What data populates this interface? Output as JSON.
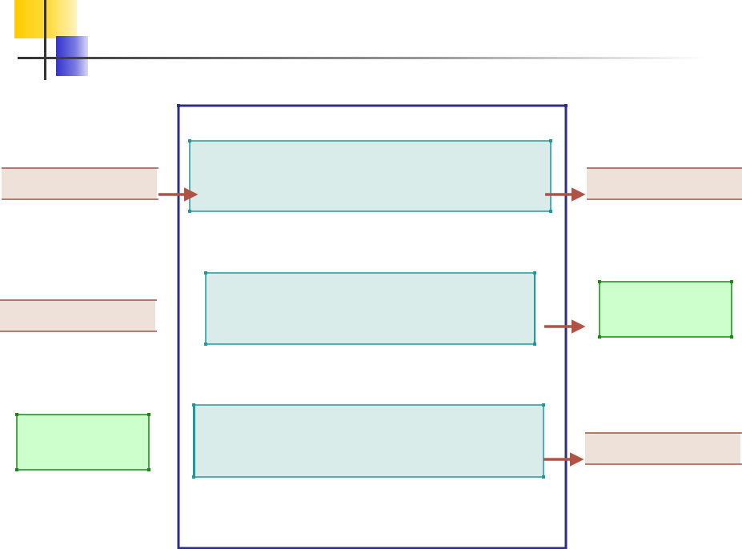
{
  "slide": {
    "title": ""
  },
  "colors": {
    "accent_yellow": "#ffcc00",
    "accent_blue": "#3333cc",
    "title_rule": "#333333",
    "frame_border": "#2e2e82",
    "process_fill": "#d9ecea",
    "process_border": "#1a9a9a",
    "tan_fill": "#ede1da",
    "tan_border": "#a0503e",
    "green_fill": "#ccffcc",
    "green_border": "#158a15",
    "arrow": "#b05244"
  },
  "diagram": {
    "boxes": [
      {
        "id": "input-box-1",
        "kind": "tan",
        "text": ""
      },
      {
        "id": "input-box-2",
        "kind": "tan",
        "text": ""
      },
      {
        "id": "input-box-3",
        "kind": "green",
        "text": ""
      },
      {
        "id": "process-box-1",
        "kind": "process",
        "text": ""
      },
      {
        "id": "process-box-2",
        "kind": "process",
        "text": ""
      },
      {
        "id": "process-box-3",
        "kind": "process",
        "text": ""
      },
      {
        "id": "output-box-1",
        "kind": "tan",
        "text": ""
      },
      {
        "id": "output-box-2",
        "kind": "green",
        "text": ""
      },
      {
        "id": "output-box-3",
        "kind": "tan",
        "text": ""
      }
    ],
    "arrows": [
      {
        "id": "arrow-input-1-to-process-1"
      },
      {
        "id": "arrow-process-1-to-output-1"
      },
      {
        "id": "arrow-process-2-to-output-2"
      },
      {
        "id": "arrow-process-3-to-output-3"
      }
    ]
  }
}
